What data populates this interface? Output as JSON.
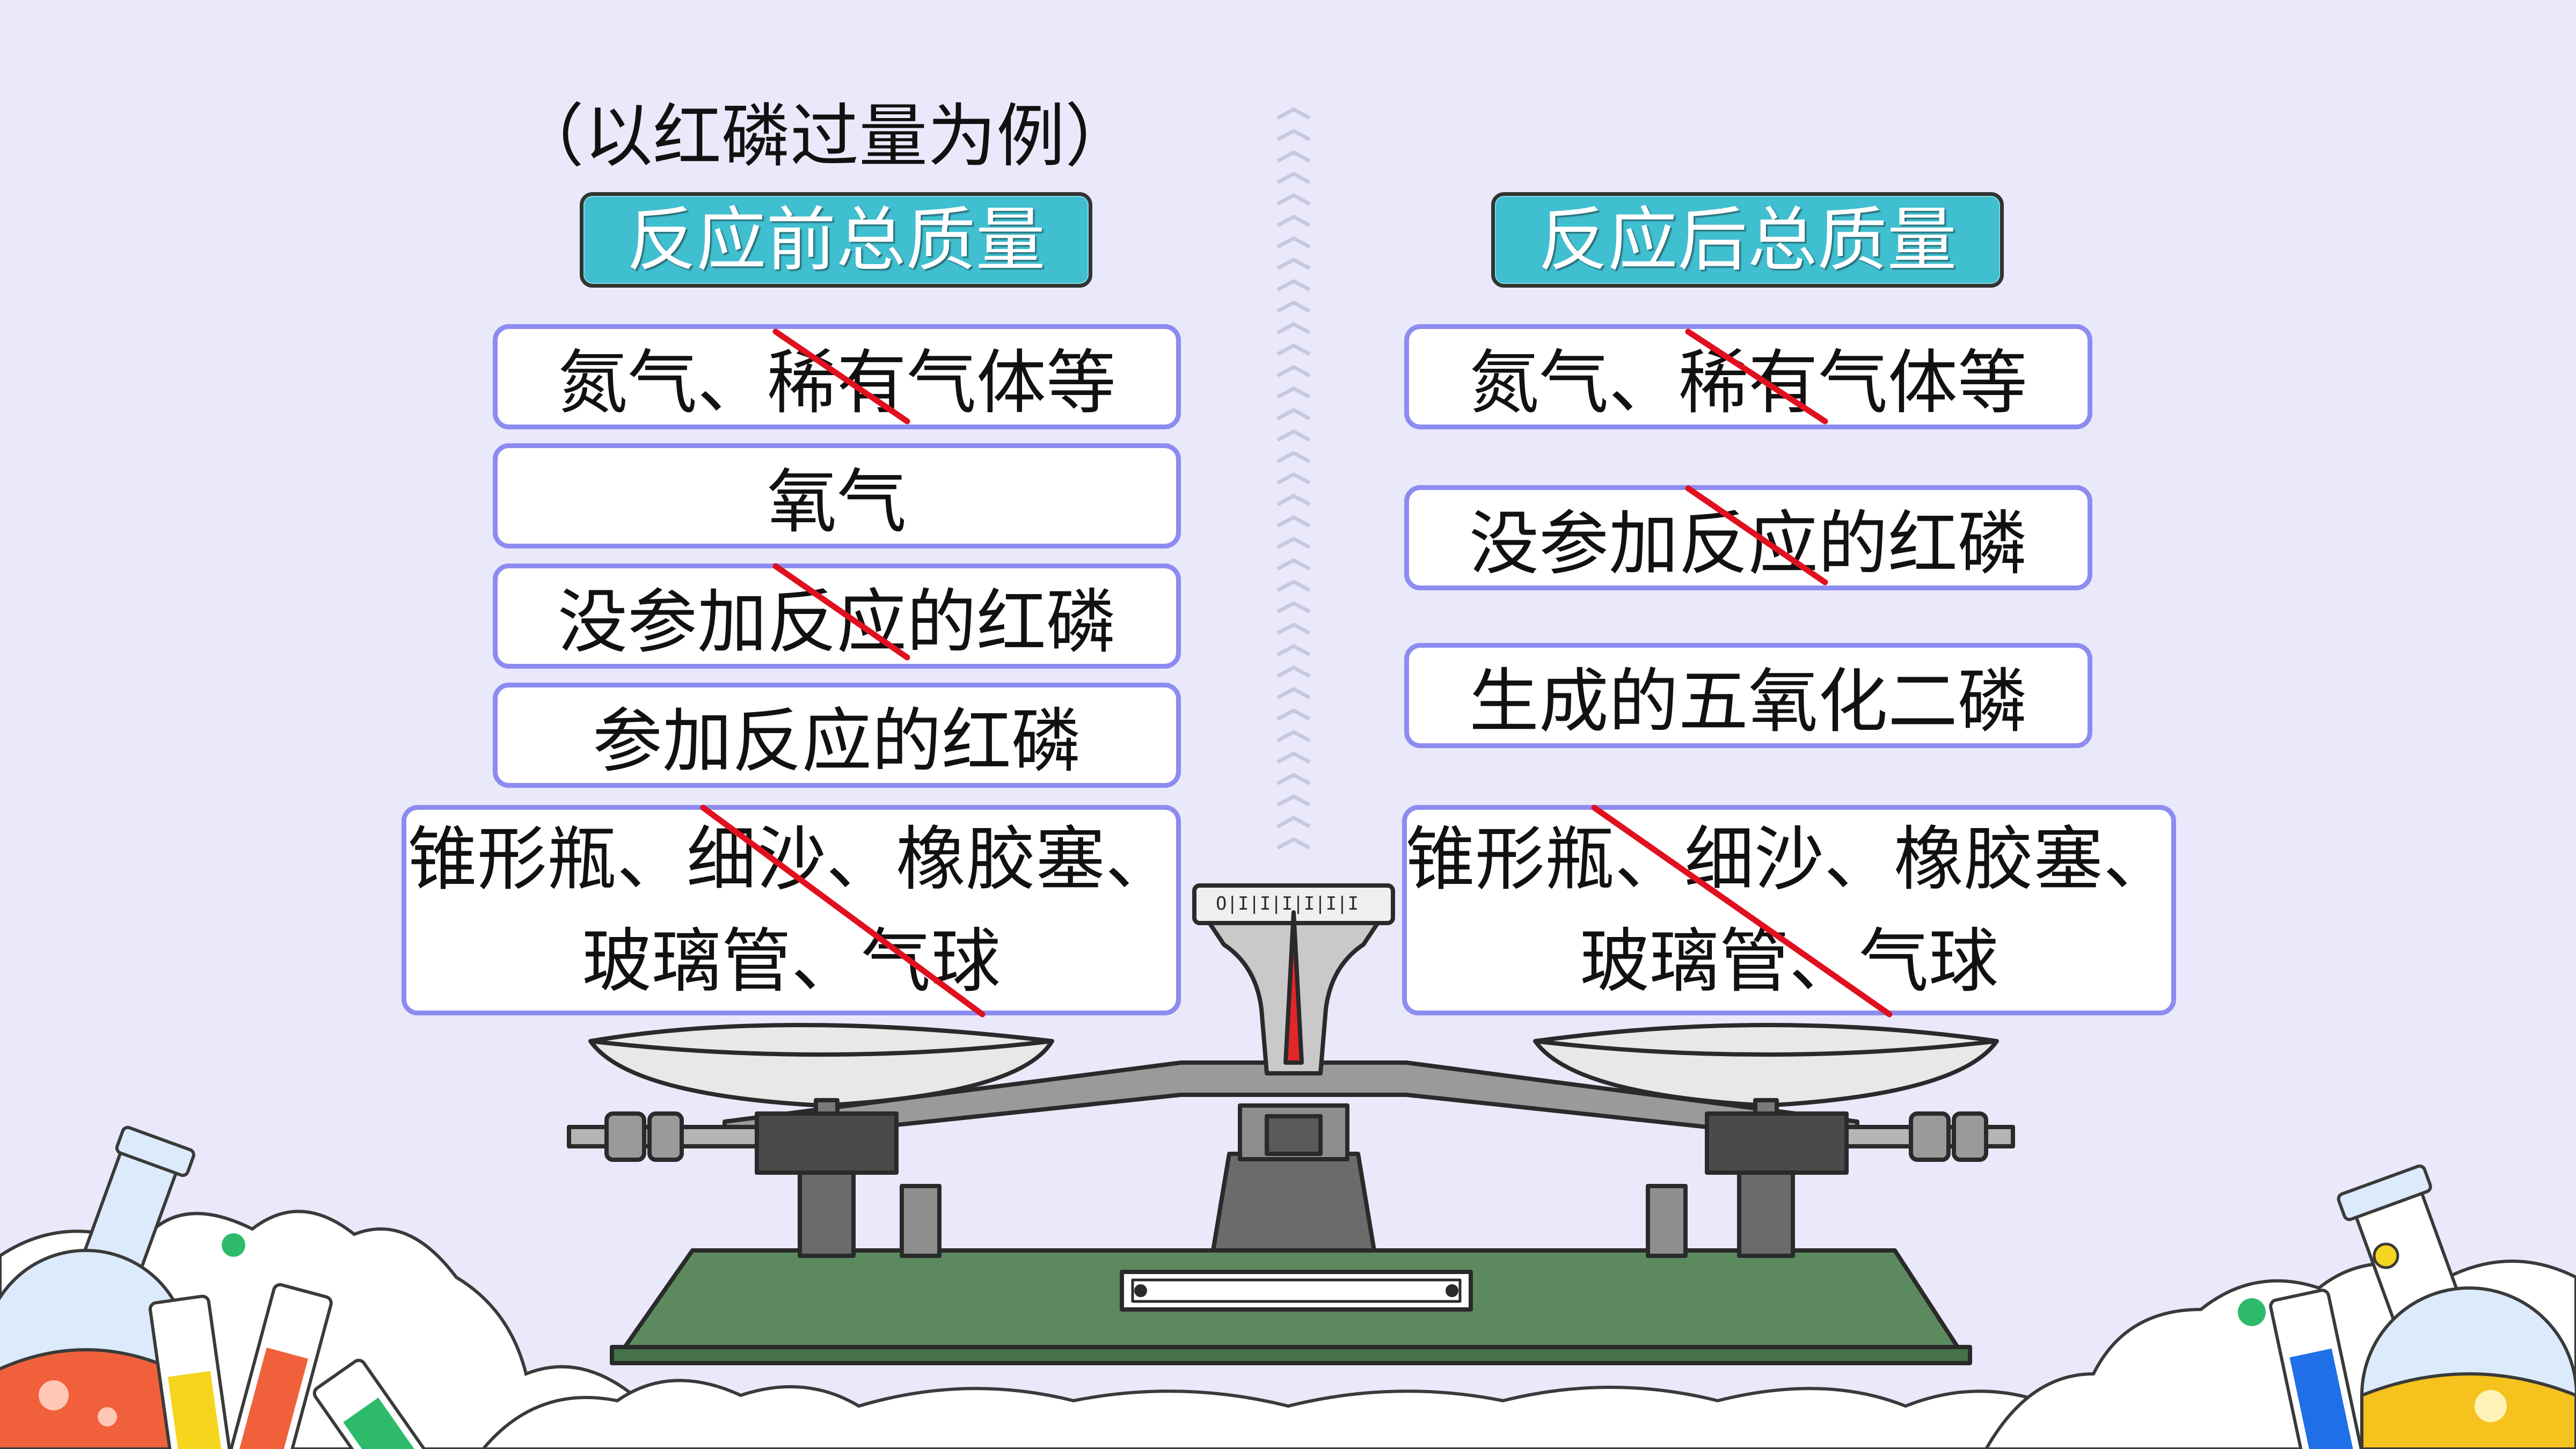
{
  "subtitle": "（以红磷过量为例）",
  "left": {
    "header": "反应前总质量",
    "items": [
      "氮气、稀有气体等",
      "氧气",
      "没参加反应的红磷",
      "参加反应的红磷"
    ],
    "apparatus": [
      "锥形瓶、细沙、橡胶塞、",
      "玻璃管、气球"
    ]
  },
  "right": {
    "header": "反应后总质量",
    "items": [
      "氮气、稀有气体等",
      "没参加反应的红磷",
      "生成的五氧化二磷"
    ],
    "apparatus": [
      "锥形瓶、细沙、橡胶塞、",
      "玻璃管、气球"
    ]
  },
  "colors": {
    "background": "#E9E9FB",
    "header_fill": "#3FBFD0",
    "box_border": "#8C8CF0",
    "strike": "#E0101E",
    "scale_base": "#5C8A5E"
  }
}
